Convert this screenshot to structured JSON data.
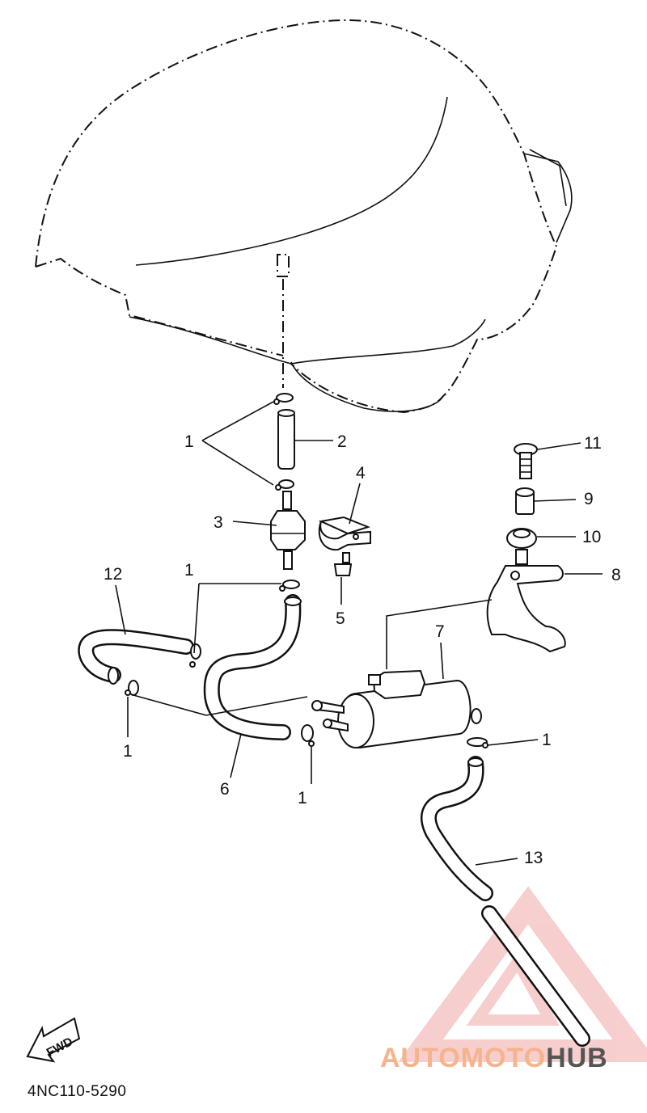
{
  "diagram": {
    "callouts": {
      "c1_top": "1",
      "c2": "2",
      "c3": "3",
      "c4": "4",
      "c5": "5",
      "c1_mid": "1",
      "c12": "12",
      "c1_left": "1",
      "c6": "6",
      "c1_bottom": "1",
      "c7": "7",
      "c8": "8",
      "c11": "11",
      "c9": "9",
      "c10": "10",
      "c1_right": "1",
      "c13": "13"
    },
    "fwd_label": "FWD",
    "part_code": "4NC110-5290"
  },
  "watermark": {
    "text_a": "AUTOMOTO",
    "text_b": "HUB",
    "color_a": "#f5b48c",
    "color_b": "#555555",
    "logo_color": "#f2a7a7"
  }
}
